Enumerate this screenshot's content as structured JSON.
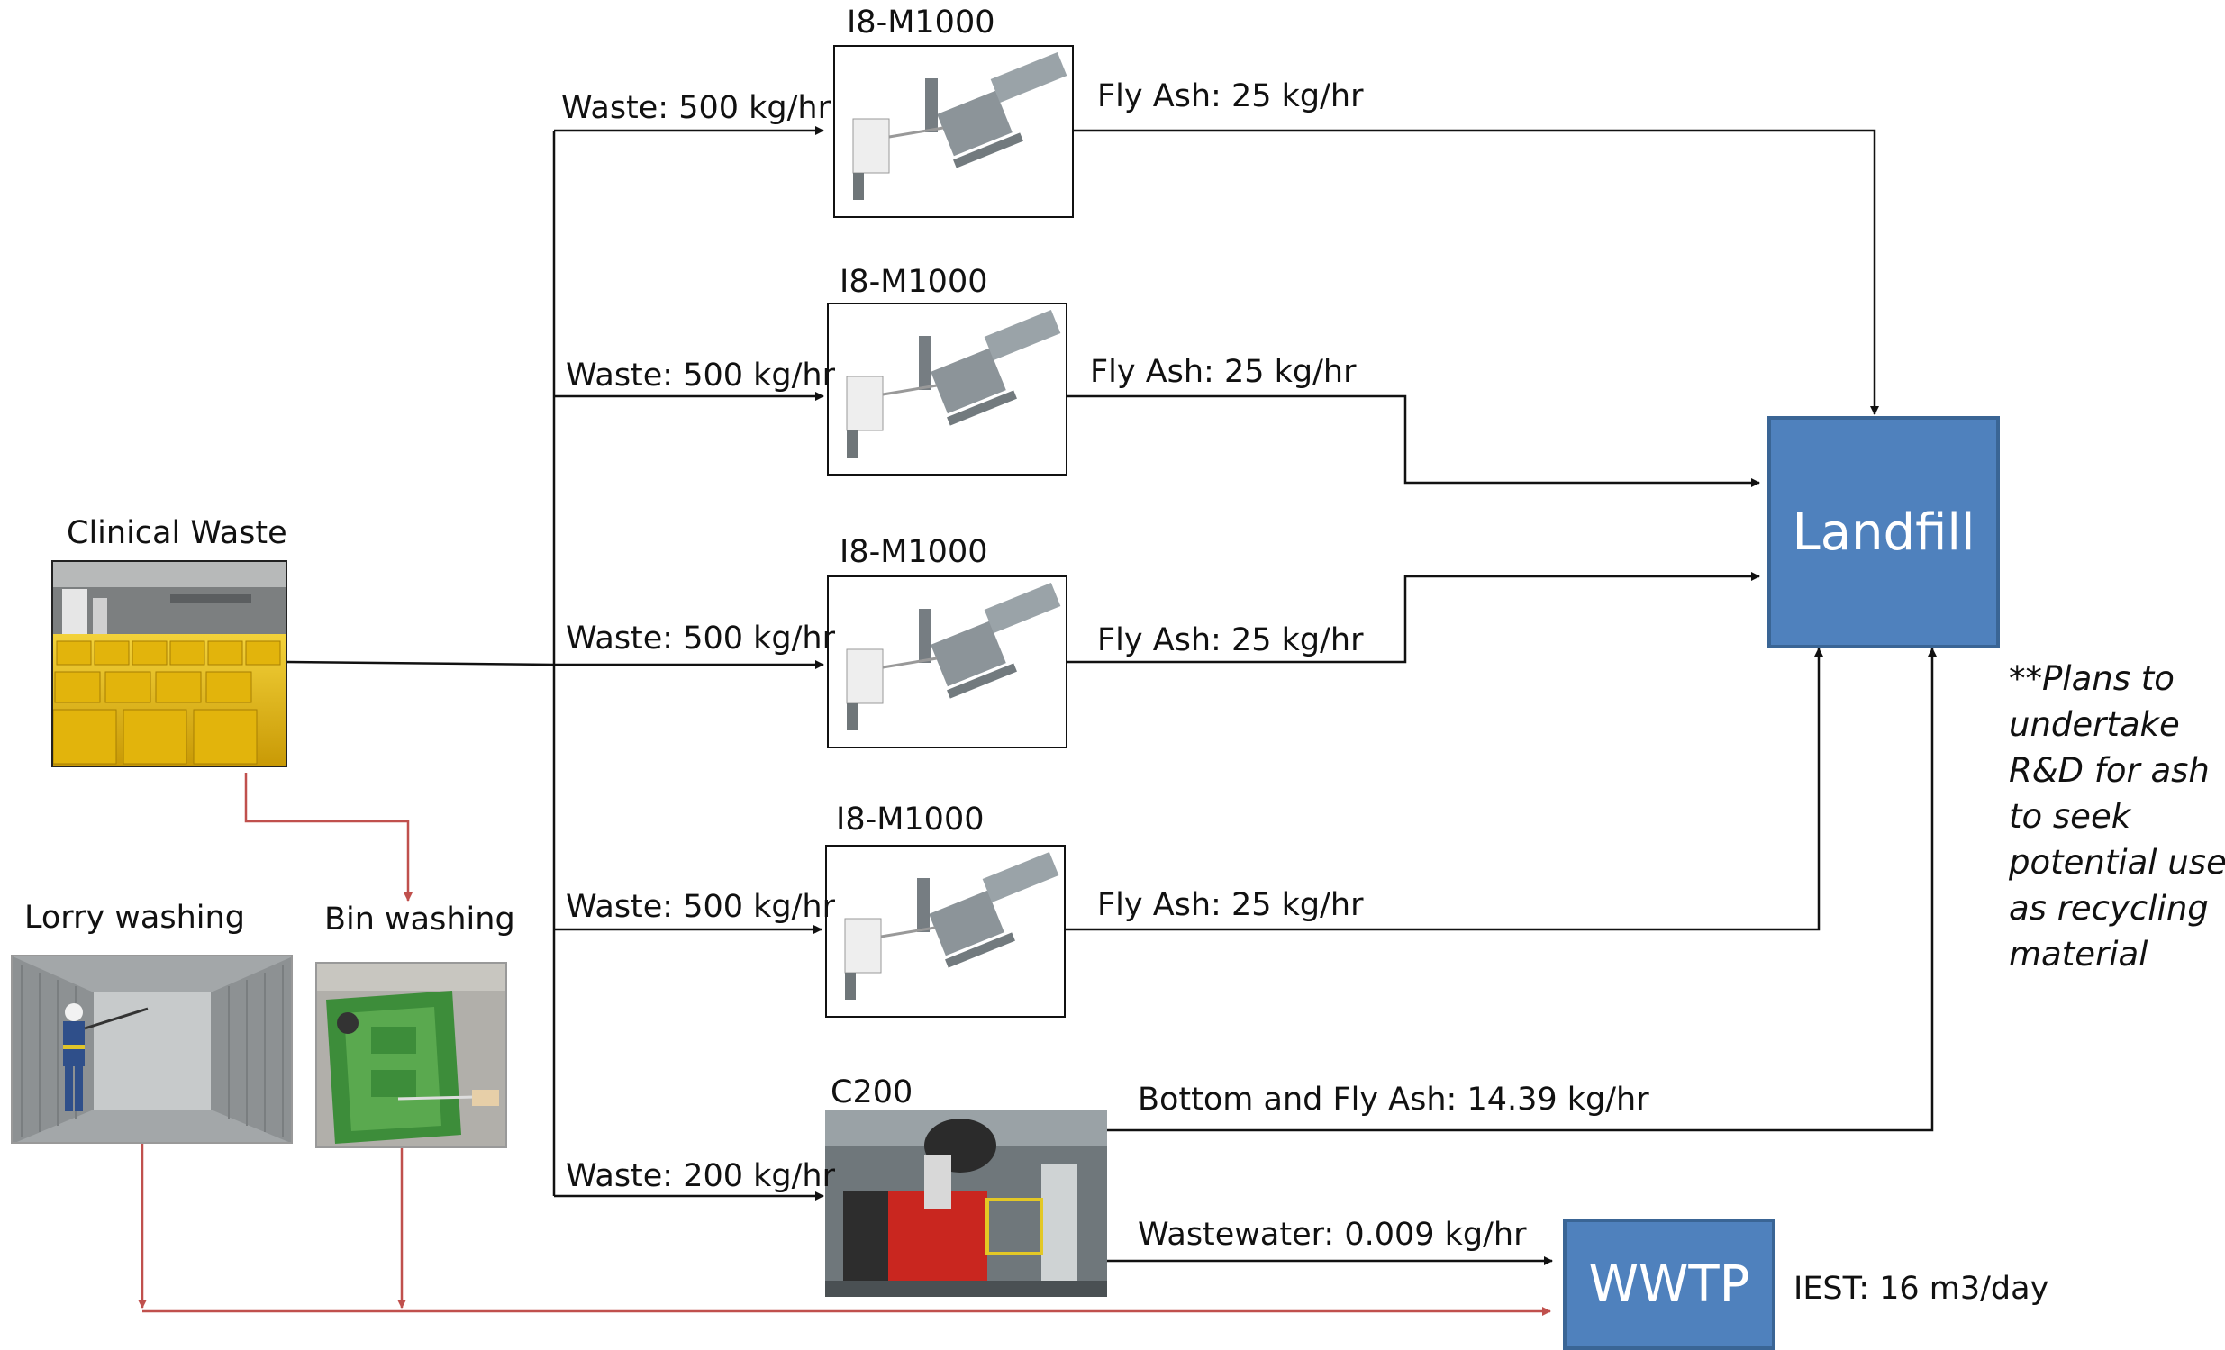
{
  "source": {
    "label": "Clinical Waste",
    "image": "yellow-clinical-waste-bins-photo"
  },
  "washing": [
    {
      "label": "Lorry washing",
      "image": "lorry-interior-washing-photo"
    },
    {
      "label": "Bin washing",
      "image": "green-bin-washing-photo"
    }
  ],
  "incinerators": [
    {
      "name": "I8-M1000",
      "input": "Waste: 500 kg/hr",
      "output": "Fly Ash: 25 kg/hr"
    },
    {
      "name": "I8-M1000",
      "input": "Waste: 500 kg/hr",
      "output": "Fly Ash: 25 kg/hr"
    },
    {
      "name": "I8-M1000",
      "input": "Waste: 500 kg/hr",
      "output": "Fly Ash: 25 kg/hr"
    },
    {
      "name": "I8-M1000",
      "input": "Waste: 500 kg/hr",
      "output": "Fly Ash: 25 kg/hr"
    }
  ],
  "c200": {
    "name": "C200",
    "input": "Waste: 200 kg/hr",
    "ash_output": "Bottom and Fly Ash: 14.39 kg/hr",
    "water_output": "Wastewater: 0.009 kg/hr"
  },
  "landfill": {
    "label": "Landfill"
  },
  "wwtp": {
    "label": "WWTP",
    "capacity": "IEST: 16 m3/day"
  },
  "note": {
    "lines": [
      "**Plans to",
      "undertake",
      "R&D for ash",
      "to seek",
      "potential use",
      "as recycling",
      "material"
    ]
  },
  "colors": {
    "box_fill": "#4f81bd",
    "box_border": "#3a6595",
    "flow_line": "#111111",
    "washing_line": "#c0504d"
  }
}
